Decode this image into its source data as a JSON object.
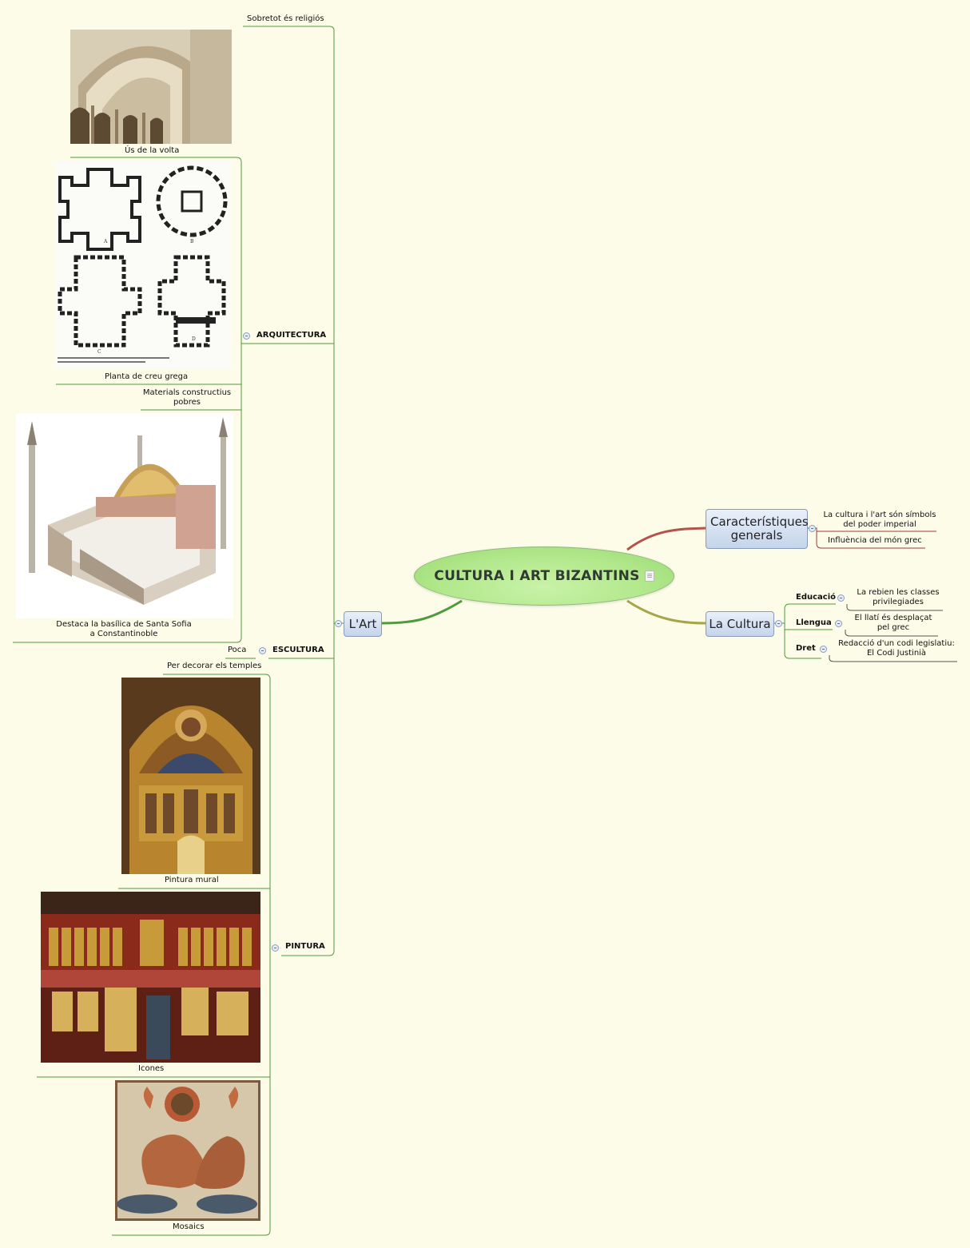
{
  "central": {
    "title": "CULTURA I ART BIZANTINS",
    "note_icon": "note-icon"
  },
  "topics": {
    "caracteristiques": "Característiques generals",
    "cultura": "La Cultura",
    "art": "L'Art"
  },
  "caracteristiques_items": [
    "La cultura i l'art són símbols del poder imperial",
    "Influència del món grec"
  ],
  "cultura_items": [
    {
      "label": "Educació",
      "detail": "La rebien les classes privilegiades"
    },
    {
      "label": "Llengua",
      "detail": "El llatí és desplaçat pel grec"
    },
    {
      "label": "Dret",
      "detail": "Redacció d'un codi legislatiu: El Codi Justinià"
    }
  ],
  "art": {
    "arquitectura": {
      "label": "ARQUITECTURA",
      "items": [
        "Sobretot és religiós",
        "Ús de la volta",
        "Planta de creu grega",
        "Materials constructius pobres",
        "Destaca la basílica de Santa Sofia a Constantinoble"
      ]
    },
    "escultura": {
      "label": "ESCULTURA",
      "items": [
        "Poca"
      ]
    },
    "pintura": {
      "label": "PINTURA",
      "items": [
        "Per decorar els temples",
        "Pintura mural",
        "Icones",
        "Mosaics"
      ]
    }
  },
  "colors": {
    "background": "#fcfce9",
    "central_fill": "#b2e88c",
    "topic_fill": "#c4d4ea",
    "branch_green": "#4f9a3c",
    "branch_red": "#b5524a",
    "branch_olive": "#a8a44a",
    "sub_line_red": "#9c3d3d"
  }
}
